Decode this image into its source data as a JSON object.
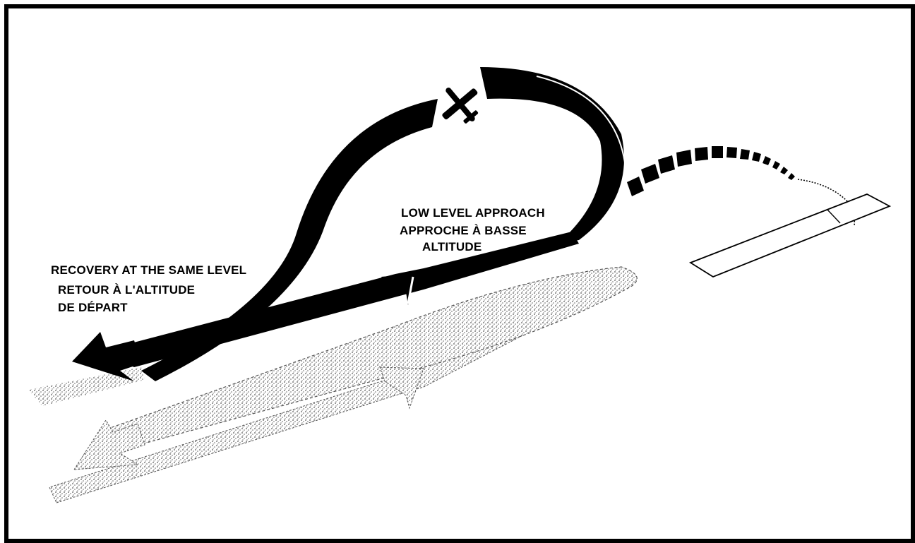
{
  "labels": {
    "low_level_en": "LOW LEVEL APPROACH",
    "low_level_fr_1": "APPROCHE À BASSE",
    "low_level_fr_2": "ALTITUDE",
    "recovery_en": "RECOVERY AT THE SAME LEVEL",
    "recovery_fr_1": "RETOUR À L'ALTITUDE",
    "recovery_fr_2": "DE DÉPART"
  },
  "colors": {
    "ink": "#000000",
    "paper": "#ffffff",
    "shadow": "#a8a8a8"
  },
  "icons": {
    "aircraft": "airplane-silhouette"
  }
}
